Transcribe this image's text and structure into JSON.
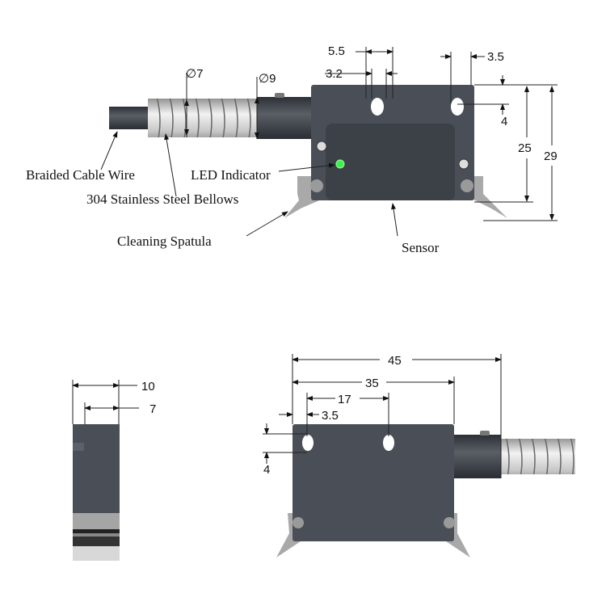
{
  "labels": {
    "cable": "Braided Cable Wire",
    "led": "LED Indicator",
    "bellows": "304 Stainless Steel Bellows",
    "spatula": "Cleaning Spatula",
    "sensor": "Sensor"
  },
  "top_view_dims": {
    "hole_pitch": "5.5",
    "hole_width": "3.2",
    "edge_offset": "3.5",
    "hole_top": "4",
    "body_height": "25",
    "total_height": "29",
    "cable_dia": "∅7",
    "bellows_dia": "∅9"
  },
  "side_view_dims": {
    "depth_total": "10",
    "depth_body": "7"
  },
  "front_view_dims": {
    "total_length": "45",
    "body_length": "35",
    "hole_spacing": "17",
    "edge_offset": "3.5",
    "hole_top": "4"
  },
  "colors": {
    "body": "#4a4f57",
    "panel": "#3c4047",
    "led": "#3ef04a",
    "spatula": "#a9a9a9"
  }
}
